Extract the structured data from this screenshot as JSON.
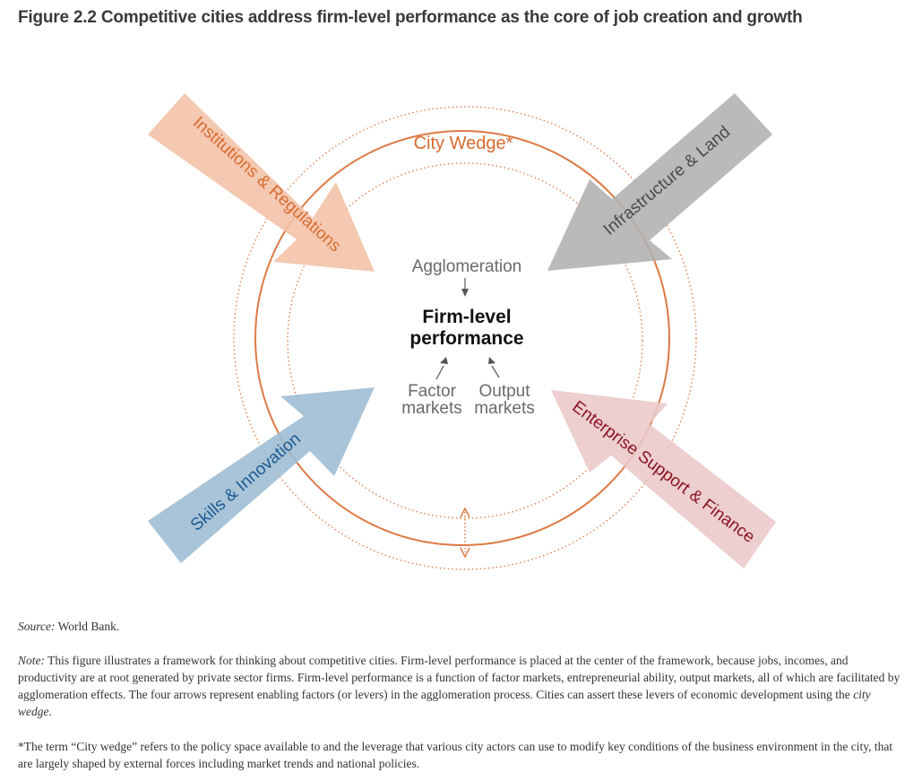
{
  "figure": {
    "title": "Figure 2.2 Competitive cities address firm-level performance as the core of job creation and growth"
  },
  "diagram": {
    "wedge_label": "City Wedge*",
    "center": {
      "line1": "Firm-level",
      "line2": "performance"
    },
    "agglomeration": "Agglomeration",
    "factor_markets": {
      "line1": "Factor",
      "line2": "markets"
    },
    "output_markets": {
      "line1": "Output",
      "line2": "markets"
    },
    "levers": {
      "institutions": {
        "label": "Institutions & Regulations",
        "color": "#f3c0a6",
        "text_color": "#d86b2f"
      },
      "infrastructure": {
        "label": "Infrastructure & Land",
        "color": "#b0b0b0",
        "text_color": "#4a4a4a"
      },
      "skills": {
        "label": "Skills & Innovation",
        "color": "#9dbcd3",
        "text_color": "#1c5a93"
      },
      "enterprise": {
        "label": "Enterprise Support & Finance",
        "color": "#ebc8c8",
        "text_color": "#8b1420"
      }
    },
    "circle_color": "#dd7a44"
  },
  "source": {
    "label": "Source:",
    "text": " World Bank."
  },
  "note": {
    "label": "Note:",
    "text": " This figure illustrates a framework for thinking about competitive cities. Firm-level performance is placed at the center of the framework, because jobs, incomes, and productivity are at root generated by private sector firms. Firm-level performance is a function of factor markets, entrepreneurial ability, output markets, all of which are facilitated by agglomeration effects. The four arrows represent enabling factors (or levers) in the agglomeration process. Cities can assert these levers of economic development using the ",
    "emph": "city wedge",
    "end": "."
  },
  "footnote": "*The term “City wedge” refers to the policy space available to and the leverage that various city actors can use to modify key conditions of the business environment in the city, that are largely shaped by external forces including market trends and national policies."
}
